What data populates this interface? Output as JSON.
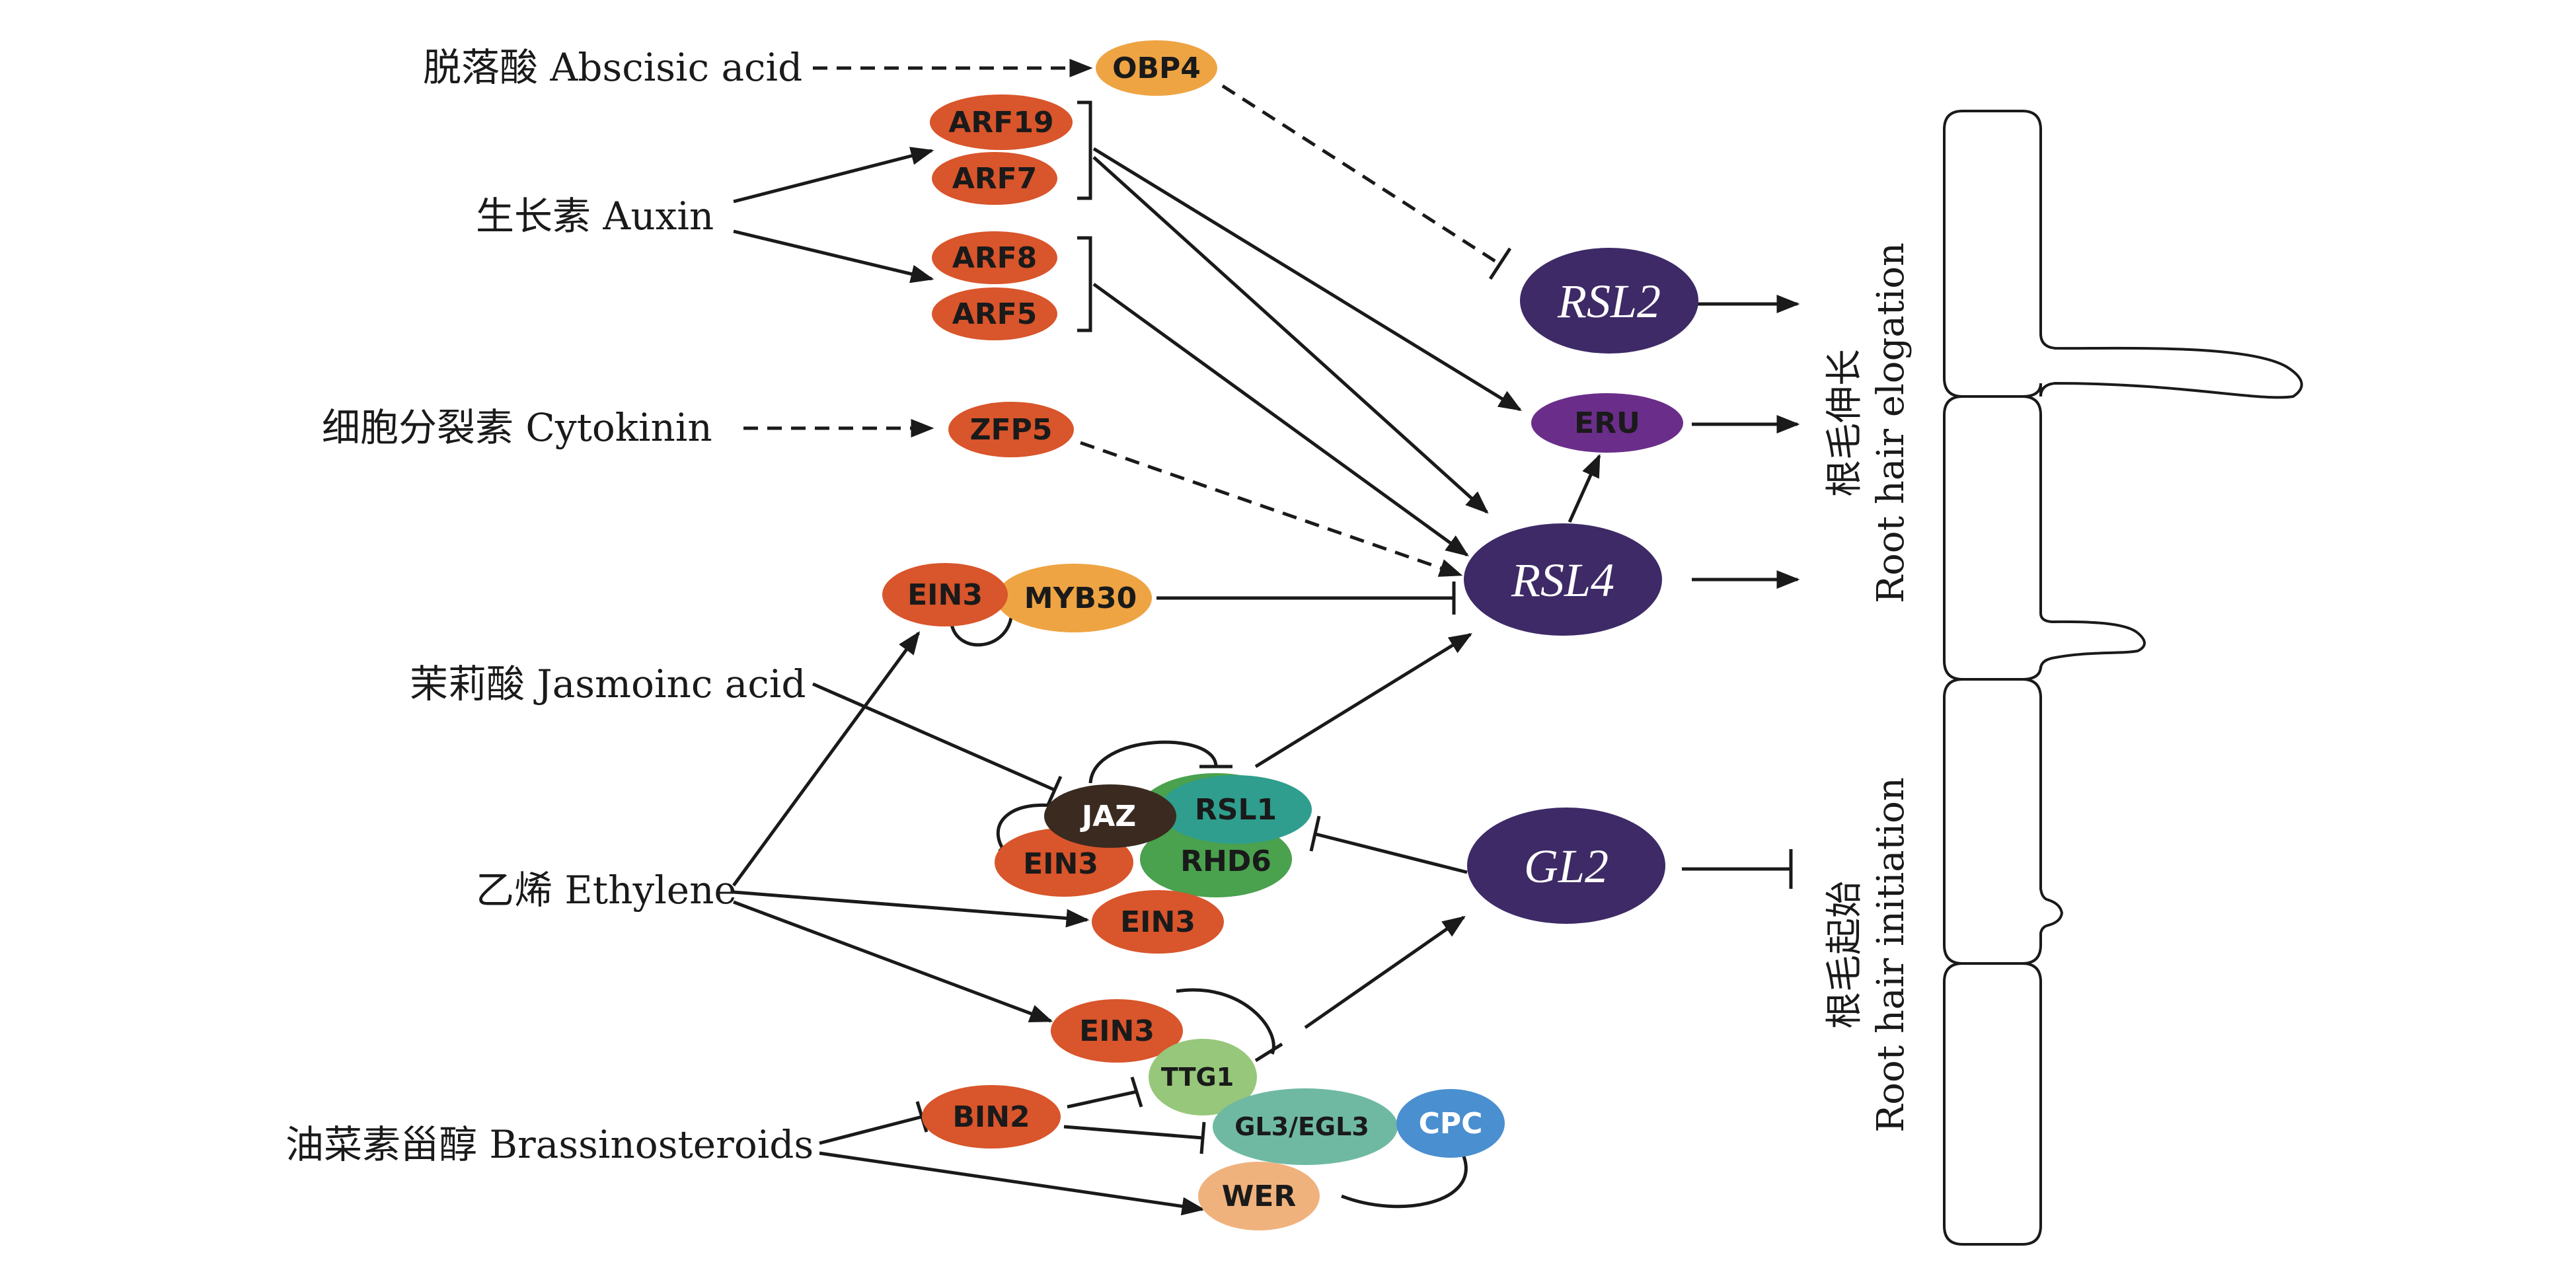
{
  "hormones": {
    "abscisic_acid": "脱落酸 Abscisic acid",
    "auxin": "生长素 Auxin",
    "cytokinin": "细胞分裂素 Cytokinin",
    "jasmonic_acid": "茉莉酸 Jasmoinc acid",
    "ethylene": "乙烯 Ethylene",
    "brassinosteroids": "油菜素甾醇 Brassinosteroids"
  },
  "proteins": {
    "obp4": "OBP4",
    "arf19": "ARF19",
    "arf7": "ARF7",
    "arf8": "ARF8",
    "arf5": "ARF5",
    "zfp5": "ZFP5",
    "ein3_myb": "EIN3",
    "myb30": "MYB30",
    "jaz": "JAZ",
    "rsl1": "RSL1",
    "ein3_jaz": "EIN3",
    "rhd6": "RHD6",
    "ein3_mid": "EIN3",
    "ein3_low": "EIN3",
    "ttg1": "TTG1",
    "bin2": "BIN2",
    "gl3_egl3": "GL3/EGL3",
    "cpc": "CPC",
    "wer": "WER",
    "eru": "ERU"
  },
  "genes": {
    "rsl2": "RSL2",
    "rsl4": "RSL4",
    "gl2": "GL2"
  },
  "outcomes": {
    "elongation_cn": "根毛伸长",
    "elongation_en": "Root hair elogation",
    "initiation_cn": "根毛起始",
    "initiation_en": "Root hair initiation"
  },
  "colors": {
    "red_orange": "#d9552b",
    "orange": "#eea443",
    "dark_purple": "#3d2a66",
    "purple": "#6a2e8a",
    "dark_brown": "#3a2a20",
    "teal": "#2f9e8e",
    "green": "#4aa14e",
    "light_green": "#97c77a",
    "sea_green": "#6fb9a3",
    "blue": "#4a8fcf",
    "peach": "#f0b27d"
  }
}
